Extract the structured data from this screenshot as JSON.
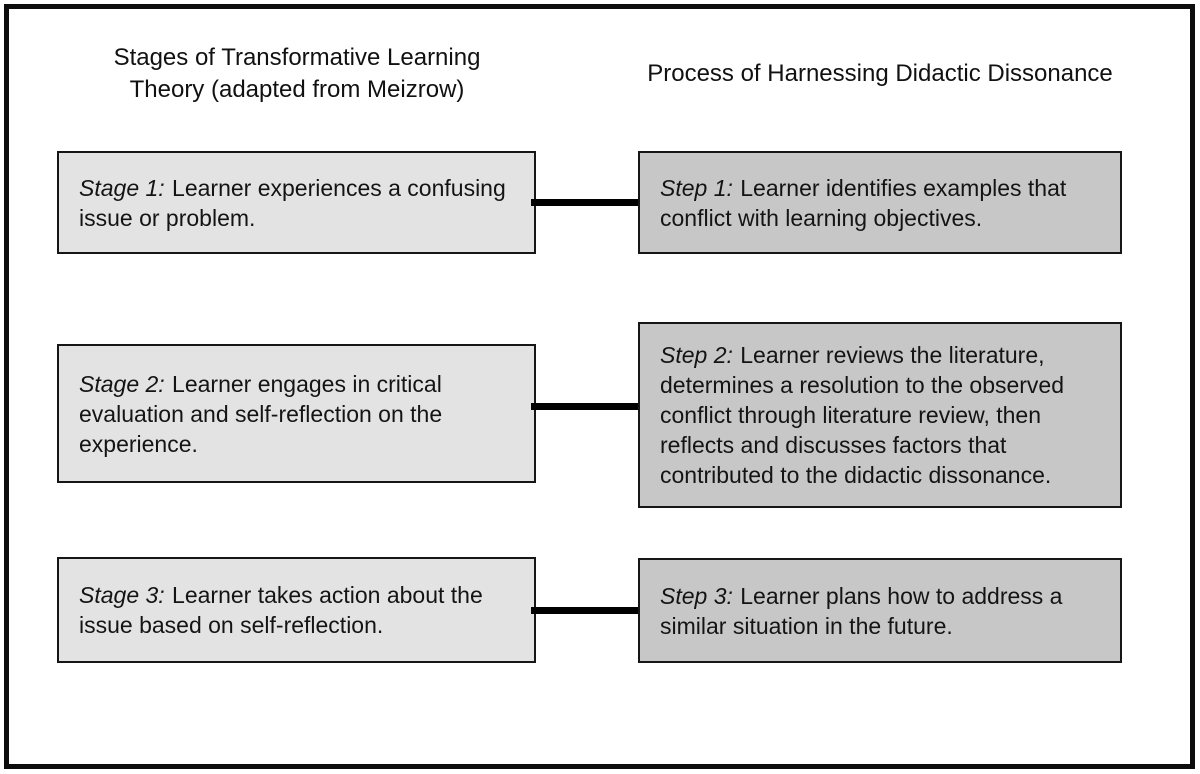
{
  "diagram": {
    "left_column": {
      "header": "Stages of Transformative Learning Theory (adapted from Meizrow)",
      "items": [
        {
          "label": "Stage 1:",
          "text": "Learner experiences a confusing issue or problem."
        },
        {
          "label": "Stage 2:",
          "text": "Learner engages in critical evaluation and self-reflection on the experience."
        },
        {
          "label": "Stage 3:",
          "text": "Learner takes action about the issue based on self-reflection."
        }
      ]
    },
    "right_column": {
      "header": "Process of Harnessing Didactic Dissonance",
      "items": [
        {
          "label": "Step 1:",
          "text": "Learner identifies examples that conflict with learning objectives."
        },
        {
          "label": "Step 2:",
          "text": "Learner reviews the literature, determines a resolution to the observed conflict through literature review, then reflects and discusses factors that contributed to the didactic dissonance."
        },
        {
          "label": "Step 3:",
          "text": "Learner plans how to address a similar situation in the future."
        }
      ]
    },
    "colors": {
      "frame_border": "#0d0d0d",
      "box_border": "#161616",
      "left_box_fill": "#e3e3e3",
      "right_box_fill": "#c7c7c7",
      "connector": "#000000",
      "background": "#ffffff"
    }
  }
}
